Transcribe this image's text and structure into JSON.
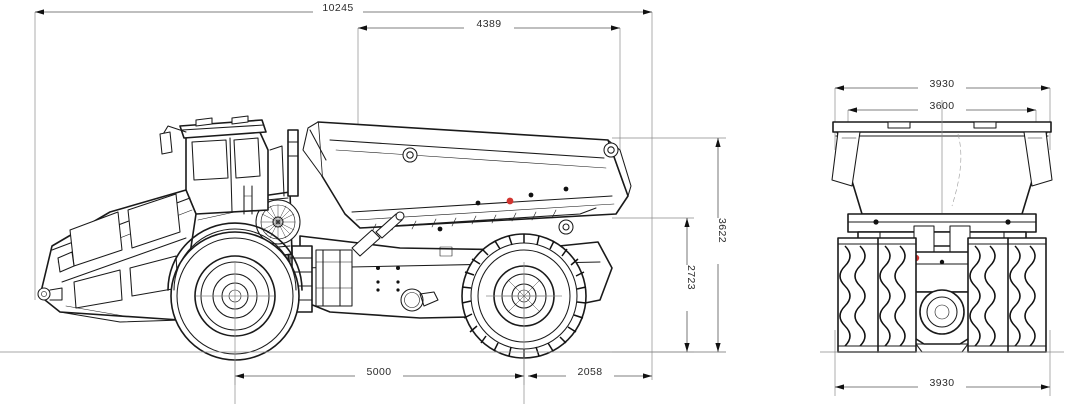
{
  "drawing": {
    "title": "Articulated dump truck dimensional drawing",
    "units": "mm",
    "background_color": "#ffffff",
    "line_color": "#1a1a1a",
    "dimension_color": "#555555",
    "marker_color": "#d1342f"
  },
  "views": {
    "side": {
      "name": "side-elevation",
      "dimensions": {
        "overall_length": "10245",
        "body_length": "4389",
        "front_axle_to_rear_axle": "5000",
        "rear_overhang": "2058",
        "body_top_height": "2723",
        "overall_height": "3622"
      }
    },
    "rear": {
      "name": "rear-elevation",
      "dimensions": {
        "overall_width_top": "3930",
        "body_width": "3600",
        "overall_width_bottom": "3930"
      }
    }
  }
}
